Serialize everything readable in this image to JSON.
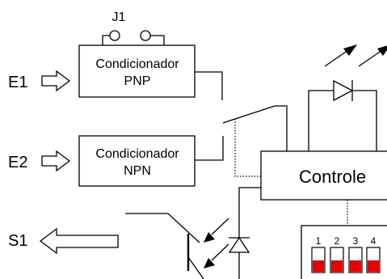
{
  "jumper": {
    "label": "J1"
  },
  "inputs": {
    "e1": "E1",
    "e2": "E2"
  },
  "output": {
    "s1": "S1"
  },
  "conditioner_pnp": {
    "line1": "Condicionador",
    "line2": "PNP"
  },
  "conditioner_npn": {
    "line1": "Condicionador",
    "line2": "NPN"
  },
  "controller": {
    "label": "Controle"
  },
  "dip_switch": {
    "numbers": [
      "1",
      "2",
      "3",
      "4"
    ],
    "slider_color": "#e60000"
  }
}
